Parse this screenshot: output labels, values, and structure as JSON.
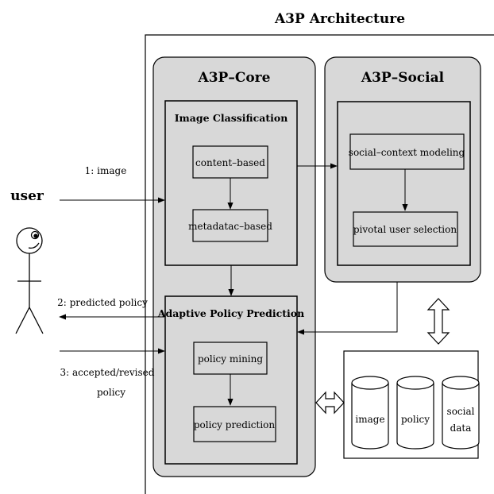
{
  "title": "A3P Architecture",
  "user": {
    "label": "user"
  },
  "core": {
    "title": "A3P–Core",
    "classification": {
      "title": "Image Classification",
      "content": "content–based",
      "metadata": "metadatac–based"
    },
    "prediction": {
      "title": "Adaptive Policy Prediction",
      "mining": "policy mining",
      "predict": "policy prediction"
    }
  },
  "social": {
    "title": "A3P–Social",
    "modeling": "social–context modeling",
    "selection": "pivotal user selection"
  },
  "flows": {
    "image": "1: image",
    "predicted": "2: predicted policy",
    "accepted_line1": "3: accepted/revised",
    "accepted_line2": "policy"
  },
  "database": {
    "image": "image",
    "policy": "policy",
    "social_line1": "social",
    "social_line2": "data"
  }
}
